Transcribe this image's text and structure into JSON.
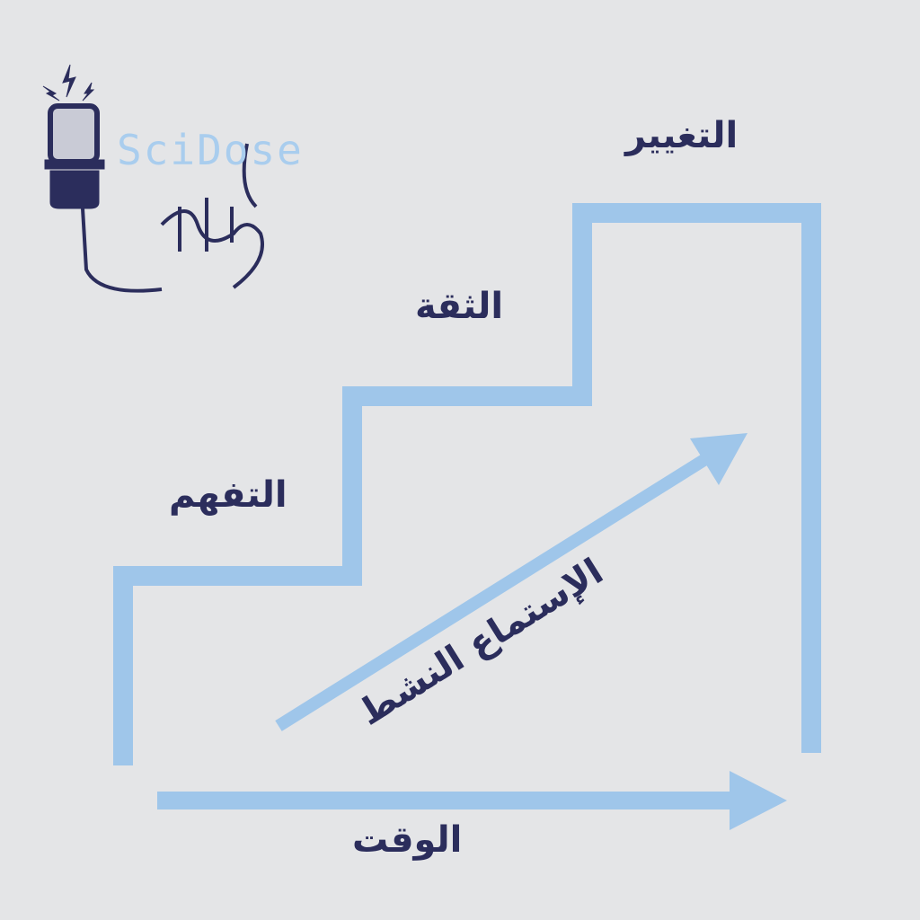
{
  "logo": {
    "brand": "SciDose",
    "calligraphy": "جميل البنى",
    "icon": "microphone-icon"
  },
  "stairs": {
    "step1": "التفهم",
    "step2": "الثقة",
    "step3": "التغيير"
  },
  "diagonal_arrow_label": "الإستماع النشط",
  "time_axis_label": "الوقت",
  "colors": {
    "line": "#9fc6ea",
    "text": "#2b2d5c",
    "background": "#e4e5e7"
  }
}
